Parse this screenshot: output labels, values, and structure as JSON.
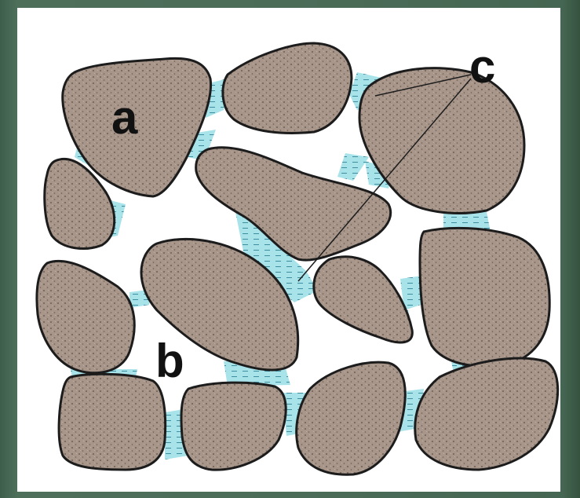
{
  "labels": {
    "a": "a",
    "b": "b",
    "c": "c"
  },
  "colors": {
    "background_frame": "#4b6d58",
    "panel": "#ffffff",
    "grain_fill": "#a8968a",
    "grain_outline": "#1c1c1c",
    "water": "#a8e3ea",
    "water_dash": "#3f8ea0",
    "pore_air": "#ffffff"
  },
  "legend_meaning_shown": false
}
